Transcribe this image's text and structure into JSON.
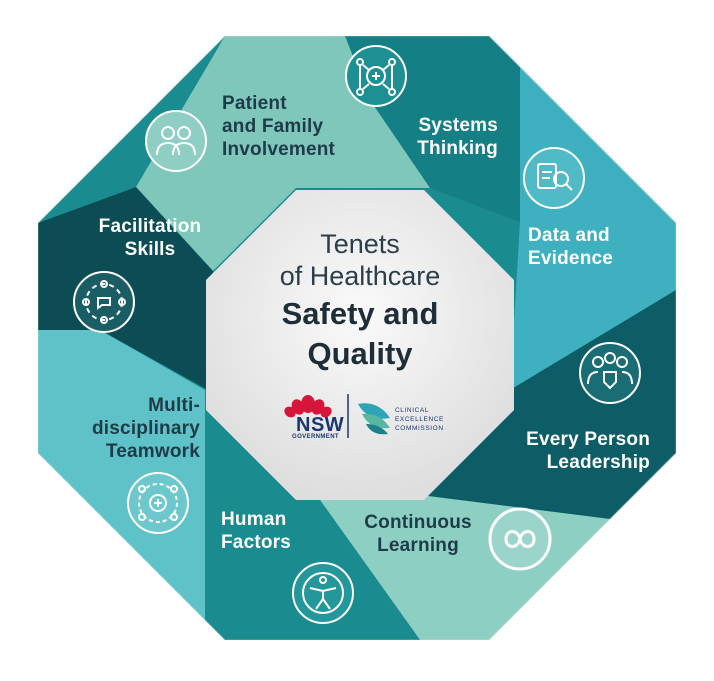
{
  "center": {
    "title_line1": "Tenets\nof Healthcare",
    "title_line2": "Safety and\nQuality"
  },
  "logos": {
    "nsw_wordmark": "NSW",
    "nsw_government": "GOVERNMENT",
    "cec_name": "CLINICAL\nEXCELLENCE\nCOMMISSION"
  },
  "segments": [
    {
      "label": "Patient\nand Family\nInvolvement",
      "icon": "family-icon",
      "color": "#7fc6bb",
      "text_color": "#1f3b48"
    },
    {
      "label": "Systems\nThinking",
      "icon": "network-icon",
      "color": "#147f84",
      "text_color": "#ffffff"
    },
    {
      "label": "Data and\nEvidence",
      "icon": "data-magnifier-icon",
      "color": "#3fb0bf",
      "text_color": "#ffffff"
    },
    {
      "label": "Every Person\nLeadership",
      "icon": "leadership-group-icon",
      "color": "#0e5d66",
      "text_color": "#ffffff"
    },
    {
      "label": "Continuous\nLearning",
      "icon": "infinity-loop-icon",
      "color": "#8ecfc4",
      "text_color": "#1f3b48"
    },
    {
      "label": "Human\nFactors",
      "icon": "human-figure-icon",
      "color": "#1a8b8e",
      "text_color": "#ffffff"
    },
    {
      "label": "Multi-\ndisciplinary\nTeamwork",
      "icon": "teamwork-icon",
      "color": "#5ec2c8",
      "text_color": "#1f3b48"
    },
    {
      "label": "Facilitation\nSkills",
      "icon": "facilitation-icon",
      "color": "#0c4d55",
      "text_color": "#ffffff"
    }
  ],
  "colors": {
    "center_fill": "#eeeeee",
    "nsw_waratah": "#d7153a",
    "nsw_blue": "#1c3770"
  }
}
